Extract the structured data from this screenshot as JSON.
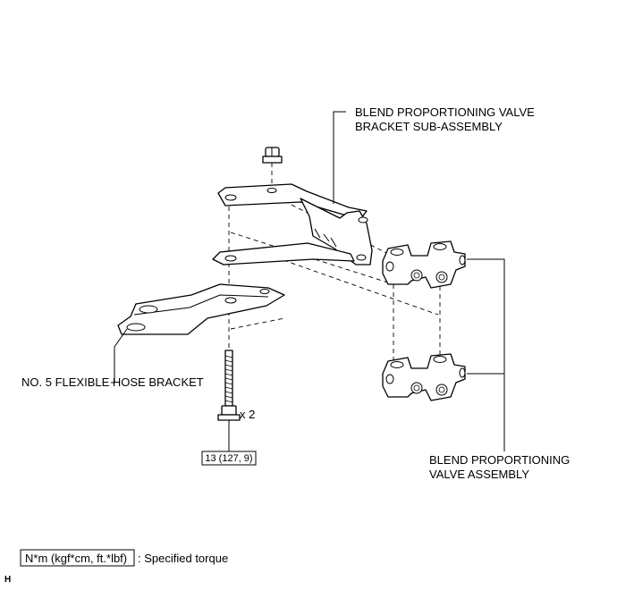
{
  "labels": {
    "bracket_subassembly_line1": "BLEND PROPORTIONING VALVE",
    "bracket_subassembly_line2": "BRACKET SUB-ASSEMBLY",
    "flexible_hose_bracket": "NO. 5 FLEXIBLE HOSE BRACKET",
    "valve_assembly_line1": "BLEND PROPORTIONING",
    "valve_assembly_line2": "VALVE ASSEMBLY",
    "bolt_quantity": "x 2",
    "torque_value": "13 (127, 9)"
  },
  "legend": {
    "torque_unit_box": "N*m (kgf*cm, ft.*lbf)",
    "torque_description": ": Specified torque"
  },
  "corner_code": "H"
}
